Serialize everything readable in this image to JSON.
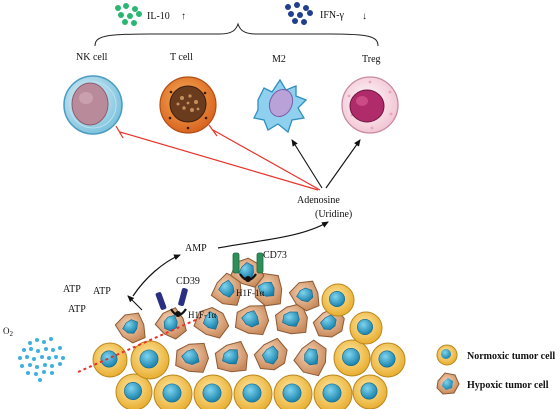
{
  "cytokines": {
    "il10": {
      "label": "IL-10",
      "trend": "↑",
      "dot_color": "#2bb673"
    },
    "ifng": {
      "label": "IFN-γ",
      "trend": "↓",
      "dot_color": "#1f3f8f"
    }
  },
  "immune_cells": {
    "nk": "NK cell",
    "t": "T cell",
    "m2": "M2",
    "treg": "Treg"
  },
  "metabolites": {
    "adenosine": "Adenosine",
    "uridine": "(Uridine)",
    "amp": "AMP",
    "atp_1": "ATP",
    "atp_2": "ATP",
    "atp_3": "ATP",
    "oxygen": "O₂"
  },
  "enzymes": {
    "cd39": "CD39",
    "cd73": "CD73"
  },
  "hif_labels": {
    "hif_left": "H1F-1α",
    "hif_top": "H1F-1α"
  },
  "legend": {
    "normoxic": "Normoxic tumor cell",
    "hypoxic": "Hypoxic tumor cell"
  },
  "colors": {
    "inhibit": "#e8332a",
    "oxygen": "#3fb0e0",
    "tumor_outer": "#f0c357",
    "tumor_inner": "#2c9fc4",
    "hypoxic_outer": "#e9b48c"
  }
}
